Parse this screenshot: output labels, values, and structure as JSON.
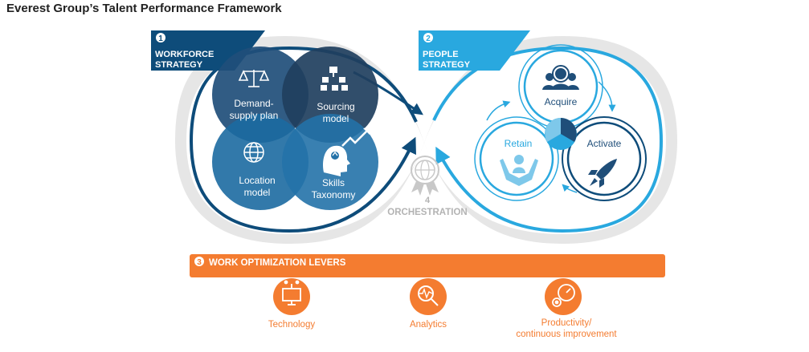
{
  "title": "Everest Group’s Talent Performance Framework",
  "workforce": {
    "number": "1",
    "label_line1": "WORKFORCE",
    "label_line2": "STRATEGY",
    "circles": {
      "demand": {
        "line1": "Demand-",
        "line2": "supply plan",
        "icon": "scales-icon"
      },
      "sourcing": {
        "line1": "Sourcing",
        "line2": "model",
        "icon": "org-chart-icon"
      },
      "location": {
        "line1": "Location",
        "line2": "model",
        "icon": "globe-icon"
      },
      "skills": {
        "line1": "Skills",
        "line2": "Taxonomy",
        "icon": "head-growth-icon"
      }
    }
  },
  "people": {
    "number": "2",
    "label_line1": "PEOPLE",
    "label_line2": "STRATEGY",
    "circles": {
      "acquire": {
        "label": "Acquire",
        "icon": "people-search-icon"
      },
      "retain": {
        "label": "Retain",
        "icon": "hands-person-icon"
      },
      "activate": {
        "label": "Activate",
        "icon": "rocket-icon"
      }
    }
  },
  "orchestration": {
    "number": "4",
    "label": "ORCHESTRATION",
    "icon": "globe-badge-icon"
  },
  "levers": {
    "number": "3",
    "header": "WORK OPTIMIZATION LEVERS",
    "items": [
      {
        "label": "Technology",
        "icon": "computer-icon"
      },
      {
        "label": "Analytics",
        "icon": "magnifier-pulse-icon"
      },
      {
        "label_line1": "Productivity/",
        "label_line2": "continuous improvement",
        "icon": "gauge-gear-icon"
      }
    ]
  },
  "colors": {
    "navy": "#0e4c7a",
    "light_blue": "#29a8df",
    "orange": "#f47c30",
    "grey": "#bfbfbf"
  }
}
